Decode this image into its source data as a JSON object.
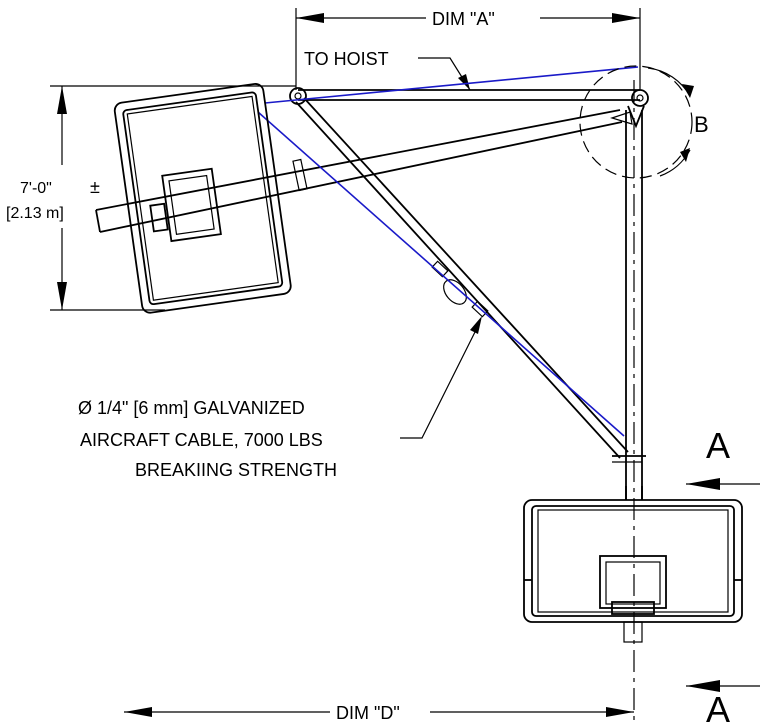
{
  "dimensions": {
    "dim_a": "DIM \"A\"",
    "dim_d": "DIM \"D\"",
    "height_imperial": "7'-0\"",
    "height_pm": "±",
    "height_metric": "[2.13 m]"
  },
  "callouts": {
    "to_hoist": "TO HOIST",
    "detail_b": "B",
    "cable_line1": "Ø 1/4\" [6 mm] GALVANIZED",
    "cable_line2": "AIRCRAFT CABLE, 7000 LBS",
    "cable_line3": "BREAKIING STRENGTH"
  },
  "section_markers": {
    "top": "A",
    "bottom": "A"
  },
  "colors": {
    "line": "#000000",
    "cable": "#1a1ac8"
  }
}
